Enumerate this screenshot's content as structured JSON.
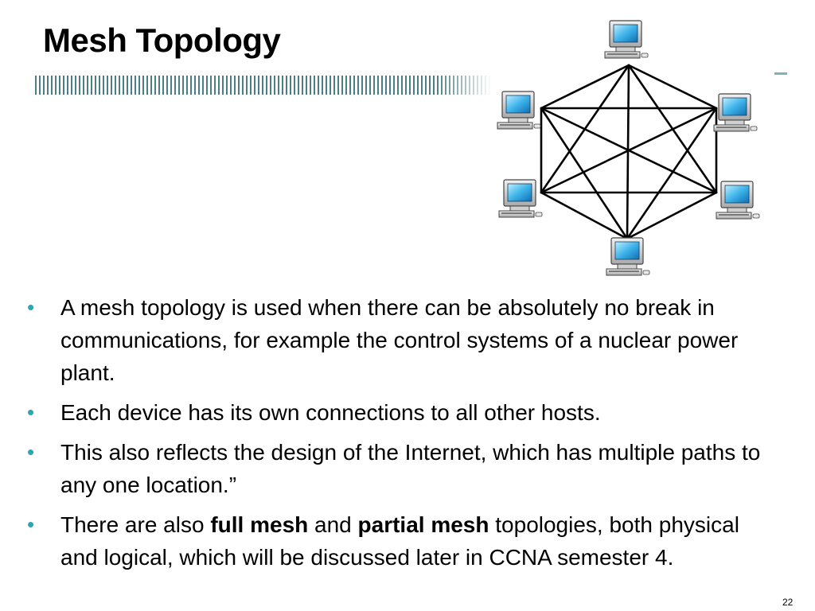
{
  "slide": {
    "title": "Mesh Topology",
    "page_number": "22",
    "accent_color": "#2aa7b7",
    "rule_color": "#4a7f86",
    "bullet_glyph": "•",
    "bullets": [
      {
        "text": "A mesh topology is used when there can be absolutely no break in communications, for example the control systems of a nuclear power plant."
      },
      {
        "text": "Each device has its own connections to all other hosts."
      },
      {
        "text": "This also reflects the design of the Internet, which has multiple paths to any one location.”"
      },
      {
        "part1": "There are also ",
        "bold1": "full mesh",
        "part2": " and ",
        "bold2": "partial mesh",
        "part3": " topologies, both physical and logical, which will be discussed later in CCNA semester 4."
      }
    ]
  },
  "diagram": {
    "nodes": [
      "computer-icon",
      "computer-icon",
      "computer-icon",
      "computer-icon",
      "computer-icon",
      "computer-icon"
    ],
    "connection_style": "full mesh"
  }
}
